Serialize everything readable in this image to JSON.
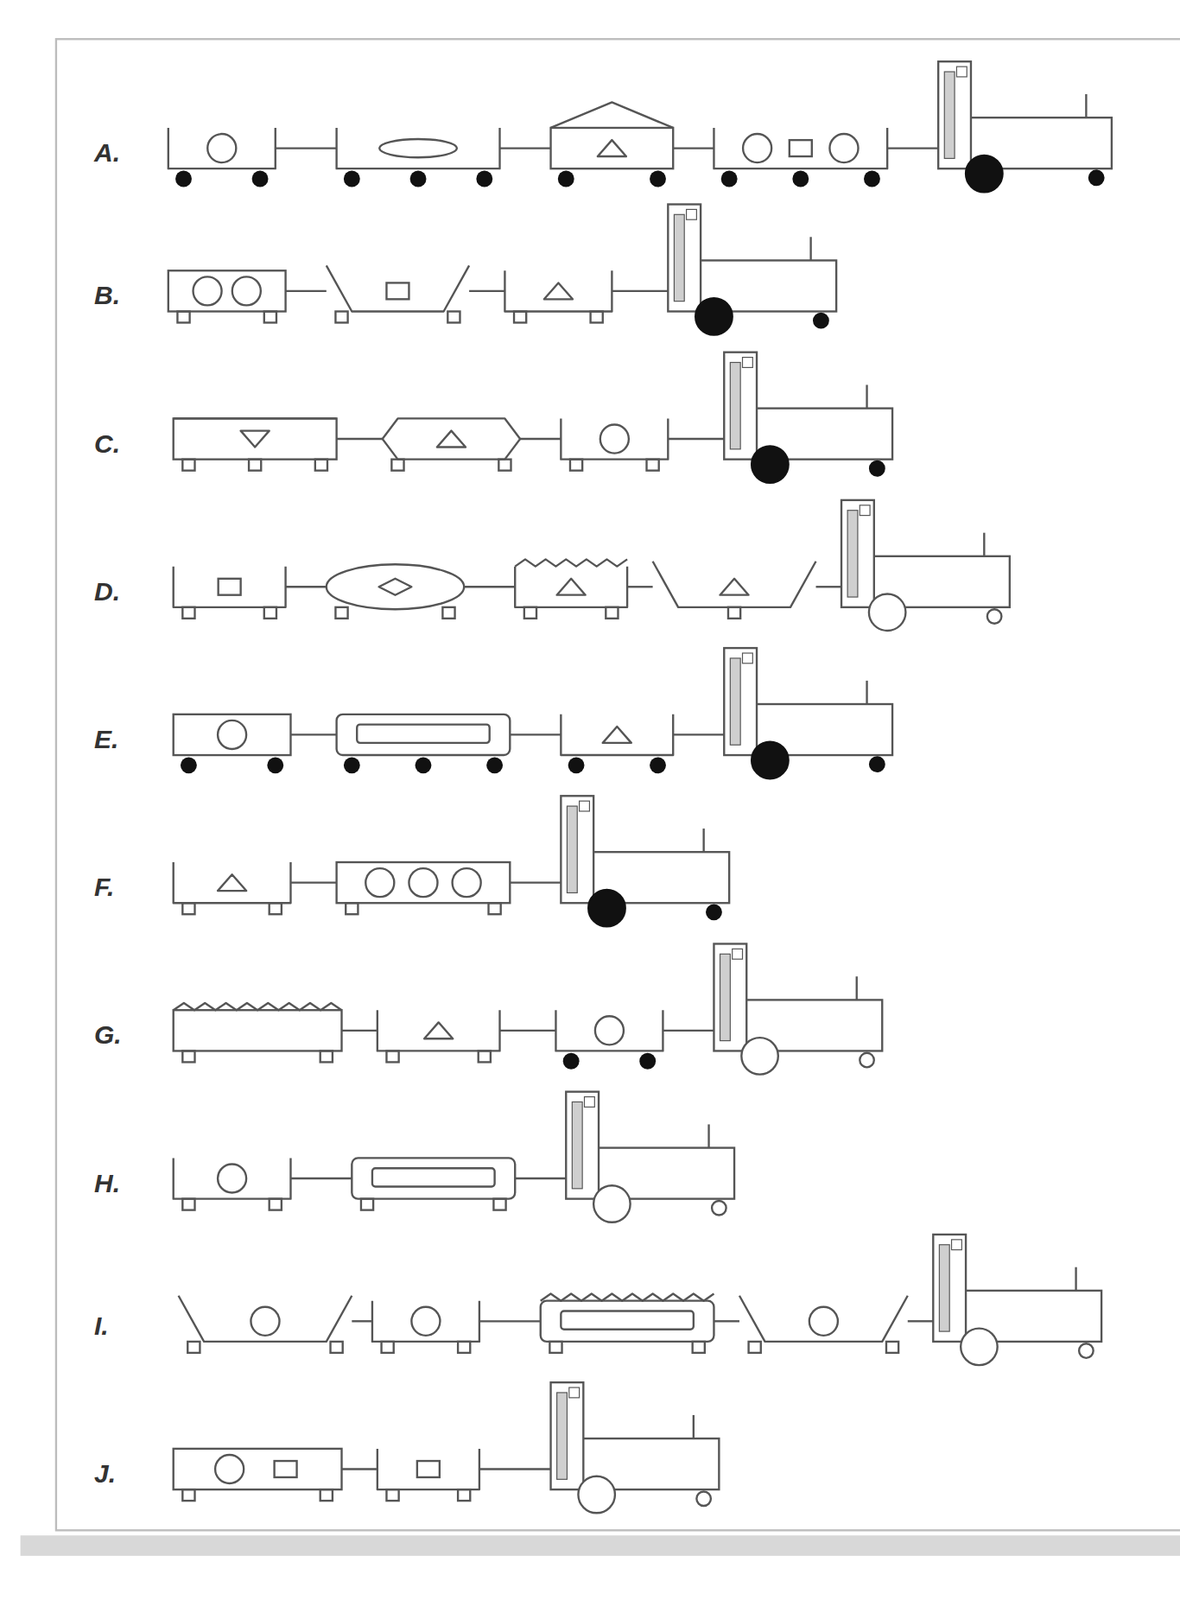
{
  "diagram": {
    "labels": [
      "A.",
      "B.",
      "C.",
      "D.",
      "E.",
      "F.",
      "G.",
      "H.",
      "I.",
      "J."
    ]
  }
}
